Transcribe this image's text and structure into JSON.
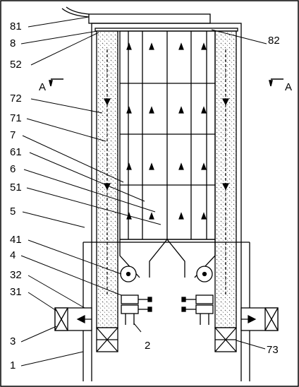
{
  "labels": {
    "l81": "81",
    "l8": "8",
    "l52": "52",
    "l72": "72",
    "l71": "71",
    "l7": "7",
    "l61": "61",
    "l6": "6",
    "l51": "51",
    "l5": "5",
    "l41": "41",
    "l4": "4",
    "l32": "32",
    "l31": "31",
    "l3": "3",
    "l1": "1",
    "l2": "2",
    "l73": "73",
    "l82": "82",
    "sectionLeft": "A",
    "sectionRight": "A"
  },
  "colors": {
    "line": "#000000",
    "fill": "#ffffff"
  }
}
